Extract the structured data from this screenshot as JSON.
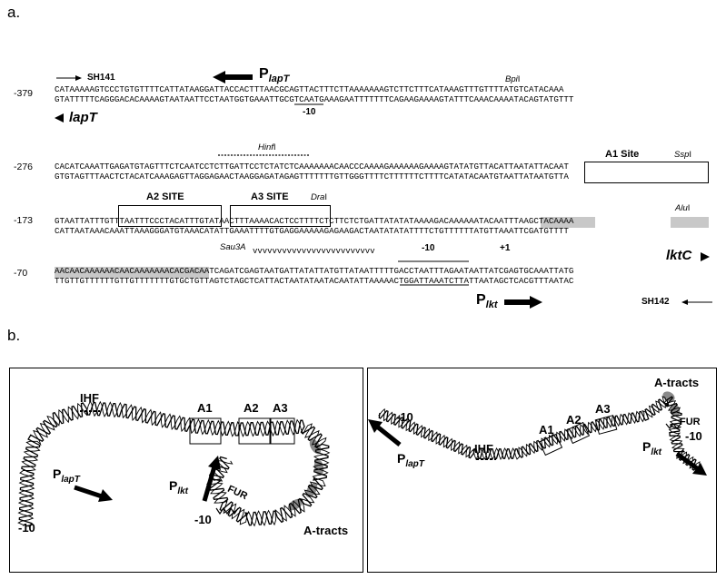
{
  "panel_a": {
    "label": "a.",
    "rows": [
      {
        "num": "-379",
        "top": "CATAAAAAGTCCCTGTGTTTTCATTATAAGGATTACCACTTTAACGCAGTTACTTTCTTAAAAAAAGTCTTCTTTCATAAAGTTTGTTTTATGTCATACAAA",
        "bot": "GTATTTTTCAGGGACACAAAAGTAATAATTCCTAATGGTGAAATTGCGTCAATGAAAGAATTTTTTTCAGAAGAAAAGTATTTCAAACAAAATACAGTATGTTT"
      },
      {
        "num": "-276",
        "top": "CACATCAAATTGAGATGTAGTTTCTCAATCCTCTTGATTCCTCTATCTCAAAAAAACAACCCAAAAGAAAAAAGAAAAGTATATGTTACATTAATATTACAAT",
        "bot": "GTGTAGTTTAACTCTACATCAAAGAGTTAGGAGAACTAAGGAGATAGAGTTTTTTTGTTGGGTTTTCTTTTTTCTTTTCATATACAATGTAATTATAATGTTA"
      },
      {
        "num": "-173",
        "top": "GTAATTATTTGTTTAATTTCCCTACATTTGTATAACTTTAAAACACTCCTTTTCTCTTCTCTGATTATATATAAAAGACAAAAAATACAATTTAAGCTACAAAA",
        "bot": "CATTAATAAACAAATTAAAGGGATGTAAACATATTGAAATTTTGTGAGGAAAAAGAGAAGACTAATATATATTTTCTGTTTTTTATGTTAAATTCGATGTTTT"
      },
      {
        "num": "-70",
        "top": "AACAACAAAAAACAACAAAAAAACACGACAATCAGATCGAGTAATGATTATATTATGTTATAATTTTTGACCTAATTTAGAATAATTATCGAGTGCAAATTATG",
        "bot": "TTGTTGTTTTTTGTTGTTTTTTTGTGCTGTTAGTCTAGCTCATTACTAATATAATACAATATTAAAAACTGGATTAAATCTTATTAATAGCTCACGTTTAATAC"
      }
    ],
    "labels": {
      "sh141": "SH141",
      "plapt_p": "P",
      "plapt_sub": "lapT",
      "bpi": "Bpi",
      "bpi_suffix": "I",
      "minus10_top": "-10",
      "lapt": "lapT",
      "hinf": "Hinf",
      "hinf_suffix": "I",
      "a1": "A1 Site",
      "ssp": "Ssp",
      "ssp_suffix": "I",
      "a2": "A2 SITE",
      "a3": "A3 SITE",
      "dra": "Dra",
      "dra_suffix": "I",
      "alu": "Alu",
      "alu_suffix": "I",
      "sau": "Sau3A",
      "vees": "vvvvvvvvvvvvvvvvvvvvvvvvv",
      "minus10_low": "-10",
      "plus1": "+1",
      "lktc": "lktC",
      "plkt_p": "P",
      "plkt_sub": "lkt",
      "sh142": "SH142"
    }
  },
  "panel_b": {
    "label": "b.",
    "left": {
      "ihf": "IHF",
      "a1": "A1",
      "a2": "A2",
      "a3": "A3",
      "plapt_p": "P",
      "plapt_sub": "lapT",
      "minus10_a": "-10",
      "plkt_p": "P",
      "plkt_sub": "lkt",
      "fur": "FUR",
      "minus10_b": "-10",
      "atracts": "A-tracts"
    },
    "right": {
      "minus10_a": "-10",
      "plapt_p": "P",
      "plapt_sub": "lapT",
      "ihf": "IHF",
      "a1": "A1",
      "a2": "A2",
      "a3": "A3",
      "atracts": "A-tracts",
      "fur": "FUR",
      "plkt_p": "P",
      "plkt_sub": "lkt",
      "minus10_b": "-10"
    }
  }
}
